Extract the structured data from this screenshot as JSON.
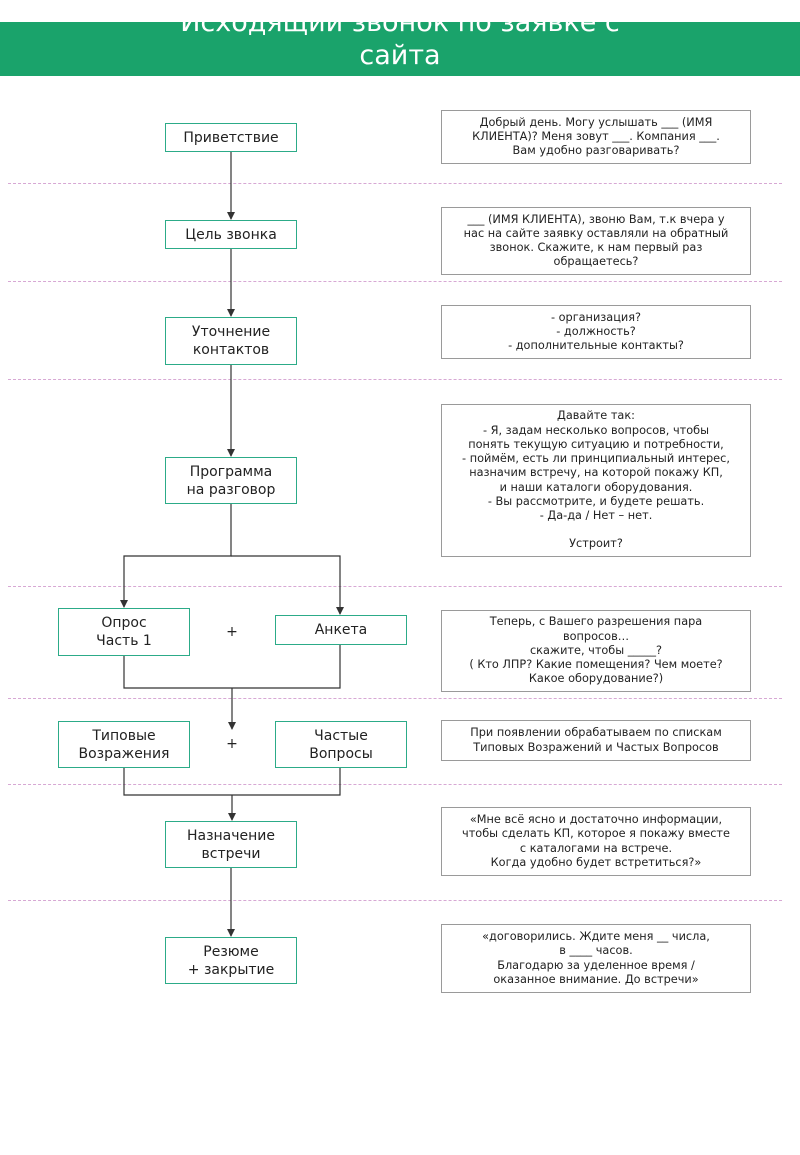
{
  "header": {
    "title_line1": "Исходящий звонок по заявке с",
    "title_line2": "сайта"
  },
  "nodes": {
    "greeting": "Приветствие",
    "call_goal": "Цель звонка",
    "contacts": "Уточнение\nконтактов",
    "program": "Программа\nна разговор",
    "survey": "Опрос\nЧасть 1",
    "form": "Анкета",
    "objections": "Типовые\nВозражения",
    "faq": "Частые\nВопросы",
    "meeting": "Назначение\nвстречи",
    "summary": "Резюме\n+ закрытие"
  },
  "plus_sign": "+",
  "notes": {
    "greeting": "Добрый день. Могу услышать ___ (ИМЯ\nКЛИЕНТА)? Меня зовут ___. Компания ___.\nВам удобно разговаривать?",
    "call_goal": "___ (ИМЯ КЛИЕНТА), звоню Вам, т.к вчера у\nнас на сайте заявку оставляли на обратный\nзвонок. Скажите, к нам первый раз\nобращаетесь?",
    "contacts": "- организация?\n- должность?\n- дополнительные контакты?",
    "program": "Давайте так:\n- Я, задам несколько вопросов, чтобы\nпонять текущую ситуацию и потребности,\n- поймём, есть ли принципиальный интерес,\nназначим встречу, на которой покажу КП,\nи наши каталоги оборудования.\n- Вы рассмотрите, и будете решать.\n- Да-да / Нет – нет.\n\nУстроит?",
    "survey": "Теперь, с Вашего разрешения пара\nвопросов…\nскажите, чтобы _____?\n( Кто ЛПР? Какие помещения? Чем моете?\nКакое оборудование?)",
    "objections": "При появлении обрабатываем по спискам\nТиповых Возражений и Частых Вопросов",
    "meeting": "«Мне всё ясно и достаточно информации,\nчтобы сделать КП, которое я покажу вместе\nс каталогами на встрече.\nКогда удобно будет встретиться?»",
    "summary": "«договорились. Ждите меня  __ числа,\nв ____ часов.\nБлагодарю за уделенное время /\nоказанное внимание. До встречи»"
  },
  "colors": {
    "header_bg": "#1aa36b",
    "node_border": "#2cab88",
    "separator": "#d7a8d4",
    "note_border": "#9a9a9a",
    "line": "#333333"
  }
}
